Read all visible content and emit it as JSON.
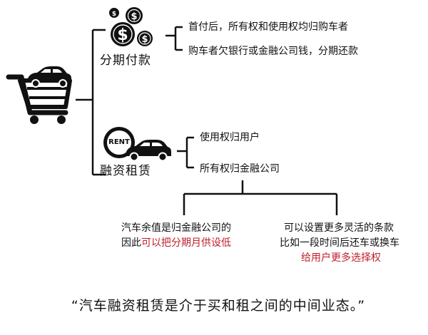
{
  "installment": {
    "label": "分期付款",
    "points": [
      "首付后，所有权和使用权均归购车者",
      "购车者欠银行或金融公司钱，分期还款"
    ]
  },
  "leasing": {
    "label": "融资租赁",
    "badge": "RENT",
    "points": [
      "使用权归用户",
      "所有权归金融公司"
    ]
  },
  "outcomes": {
    "left": {
      "line1": "汽车余值是归金融公司的",
      "line2_plain": "因此",
      "line2_highlight": "可以把分期月供设低"
    },
    "right": {
      "line1": "可以设置更多灵活的条款",
      "line2": "比如一段时间后还车或换车",
      "line3_highlight": "给用户更多选择权"
    }
  },
  "quote": "“汽车融资租赁是介于买和租之间的中间业态。”",
  "colors": {
    "highlight": "#c0202a",
    "lines": "#111111"
  }
}
